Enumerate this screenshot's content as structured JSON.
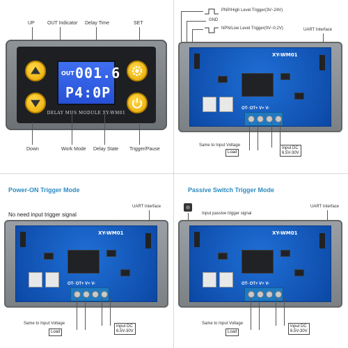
{
  "front": {
    "labels": {
      "up": "UP",
      "out_indicator": "OUT Indicator",
      "delay_time": "Delay Time",
      "set": "SET",
      "down": "Down",
      "work_mode": "Work Mode",
      "delay_state": "Delay State",
      "trigger_pause": "Trigger/Pause"
    },
    "lcd": {
      "out": "OUT",
      "row1": "001.6",
      "row2": "P4:0P"
    },
    "module_name": "DELAY MUS MODULE  XY-WM01"
  },
  "board_top_right": {
    "trigger_high": "PNP/High Level Trigger(3V~24V)",
    "gnd": "GND",
    "trigger_low": "NPN/Low Level Trigger(0V~0.2V)",
    "uart": "UART Interface",
    "pcb_title": "XY-WM01",
    "load_box": "Load",
    "same_voltage": "Same to Input Voltage",
    "input_dc": "Input DC\n6.5V-30V",
    "terminals": "OT- OT+  V+  V-"
  },
  "board_bottom_left": {
    "heading": "Power-ON Trigger Mode",
    "subtext": "No need input trigger signal",
    "uart": "UART Interface",
    "pcb_title": "XY-WM01",
    "same_voltage": "Same to Input Voltage",
    "load_box": "Load",
    "input_dc": "Input DC\n6.5V-30V",
    "terminals": "OT- OT+  V+  V-"
  },
  "board_bottom_right": {
    "heading": "Passive Switch Trigger Mode",
    "subtext": "Input passive trigger signal",
    "uart": "UART Interface",
    "pcb_title": "XY-WM01",
    "same_voltage": "Same to Input Voltage",
    "load_box": "Load",
    "input_dc": "Input DC\n6.5V-30V",
    "terminals": "OT- OT+  V+  V-"
  },
  "colors": {
    "heading": "#2e8bc0",
    "pcb": "#1f6fd6",
    "lcd": "#3f6ff0",
    "button": "#f5c400"
  },
  "icons": [
    "up-arrow-icon",
    "down-arrow-icon",
    "gear-icon",
    "power-icon",
    "switch-icon"
  ]
}
